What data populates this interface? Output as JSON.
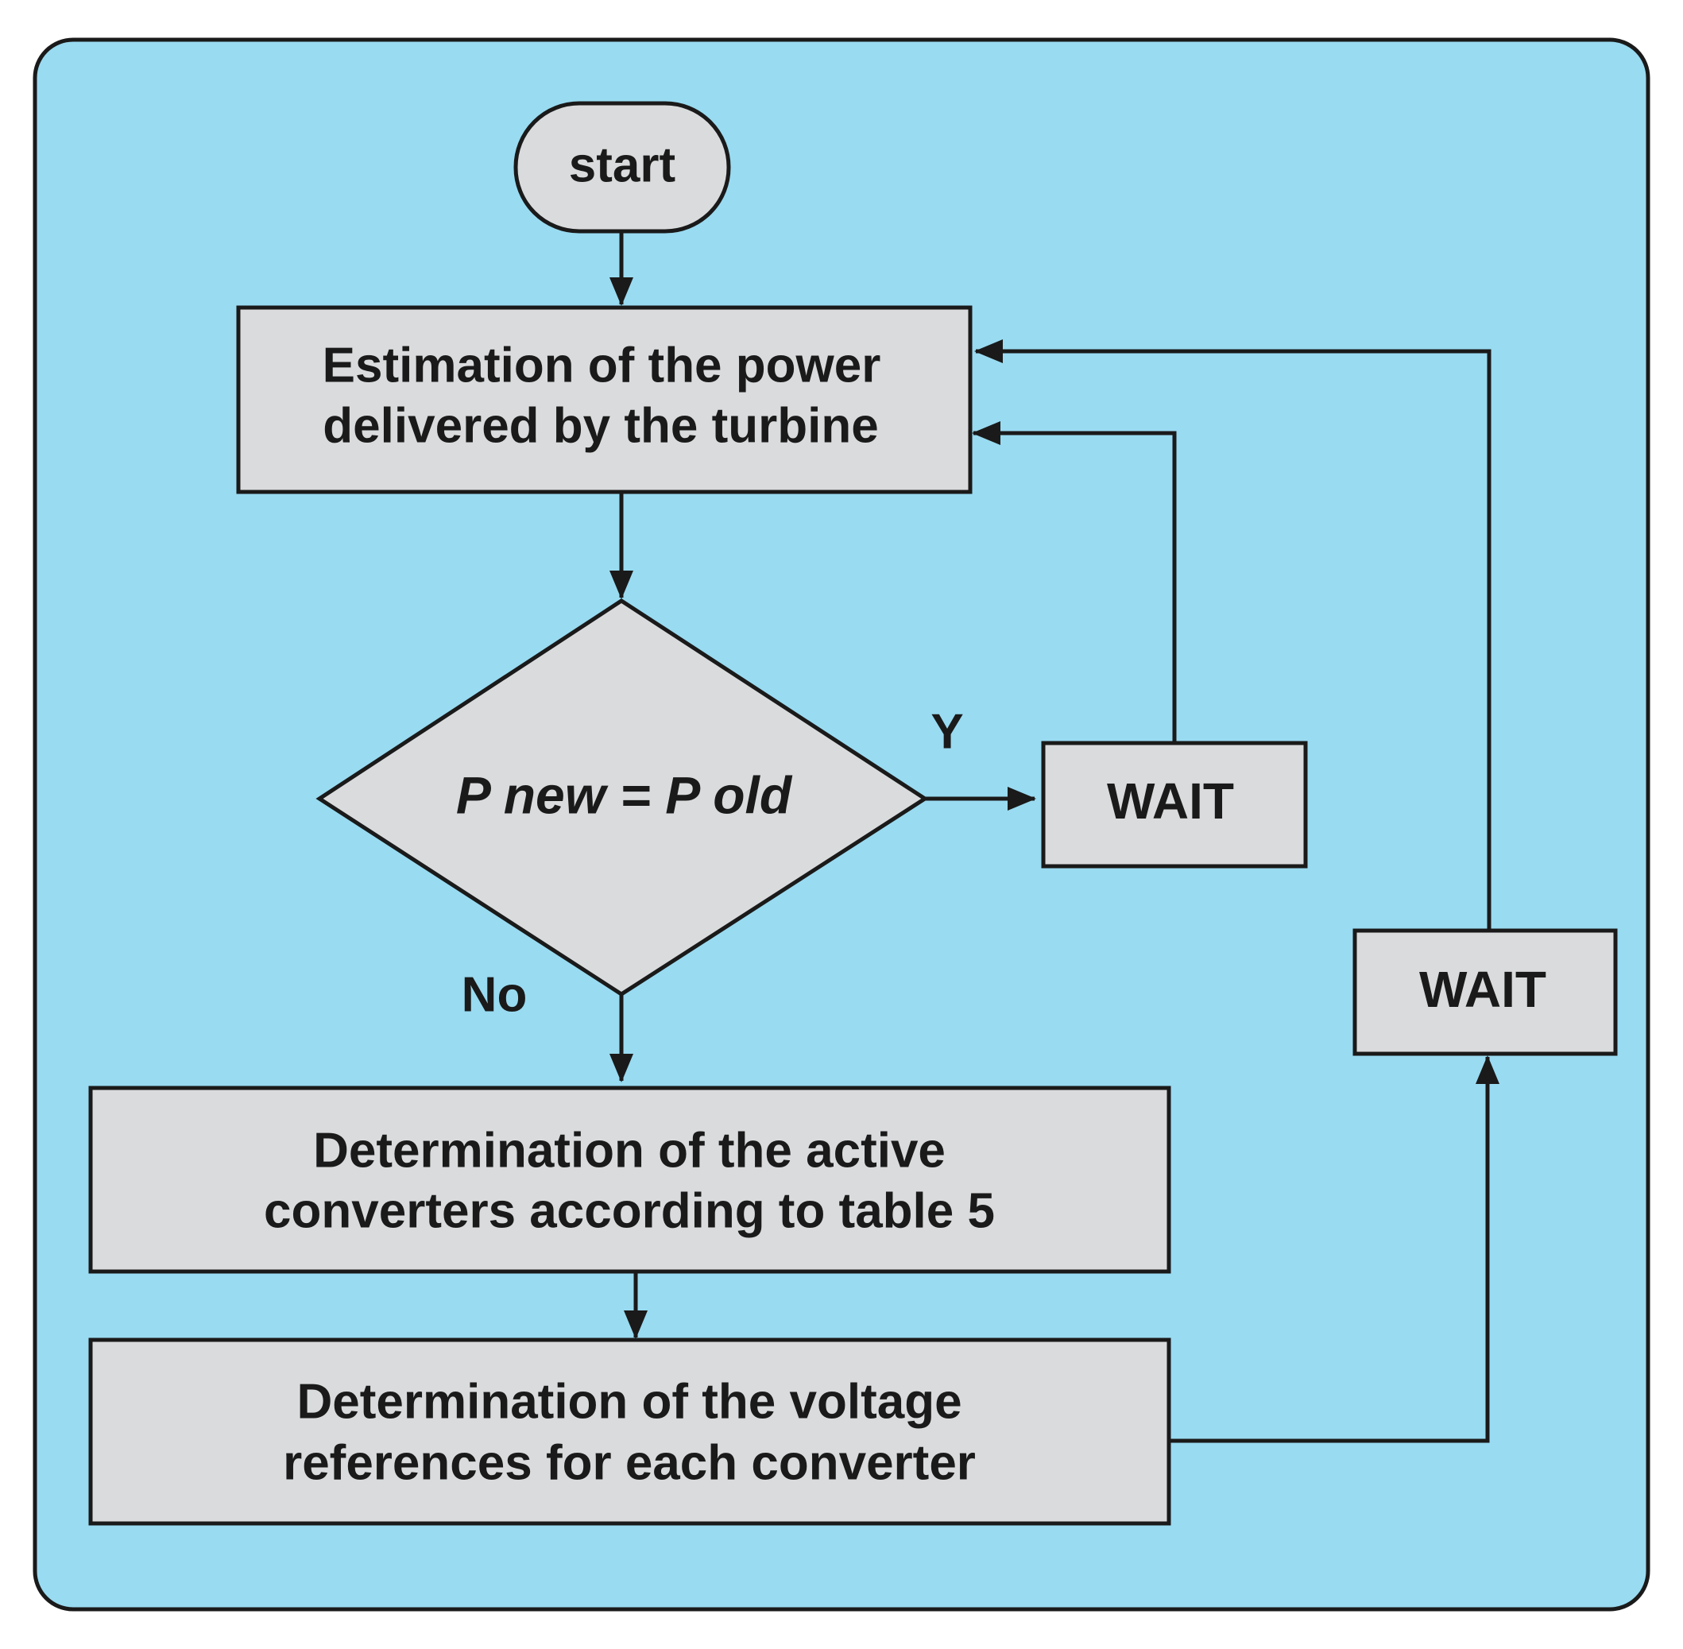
{
  "colors": {
    "panel_fill": "#99dbf1",
    "node_fill": "#d9dbdc",
    "stroke": "#1a1a1a"
  },
  "nodes": {
    "start": {
      "label": "start"
    },
    "estimation": {
      "line1": "Estimation of the power",
      "line2": "delivered by the turbine"
    },
    "decision": {
      "label": "P new = P old"
    },
    "wait1": {
      "label": "WAIT"
    },
    "wait2": {
      "label": "WAIT"
    },
    "active_converters": {
      "line1": "Determination of the active",
      "line2": "converters according to table 5"
    },
    "voltage_refs": {
      "line1": "Determination of the voltage",
      "line2": "references for each converter"
    }
  },
  "edge_labels": {
    "yes": "Y",
    "no": "No"
  }
}
